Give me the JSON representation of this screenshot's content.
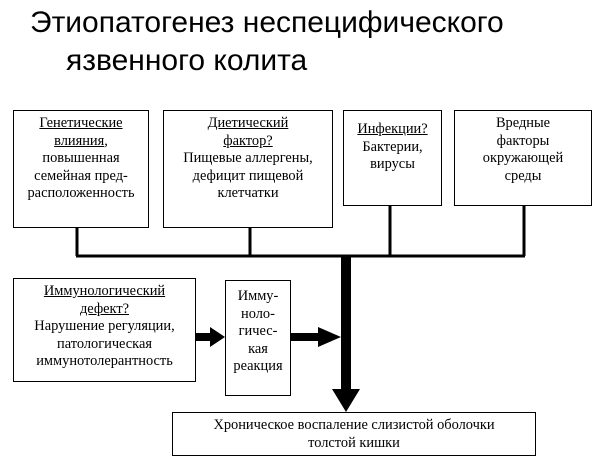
{
  "title": {
    "line1": "Этиопатогенез неспецифического",
    "line2": "язвенного колита"
  },
  "boxes": {
    "genetic": {
      "heading": [
        "Генетические",
        "влияния"
      ],
      "heading_tail": ",",
      "lines": [
        "повышенная",
        "семейная пред-",
        "расположенность"
      ]
    },
    "diet": {
      "heading": [
        "Диетический",
        "фактор?"
      ],
      "lines": [
        "Пищевые аллергены,",
        "дефицит пищевой",
        "клетчатки"
      ]
    },
    "infection": {
      "heading": [
        "Инфекции?"
      ],
      "lines": [
        "Бактерии,",
        "вирусы"
      ]
    },
    "environment": {
      "heading": [],
      "lines": [
        "Вредные",
        "факторы",
        "окружающей",
        "среды"
      ]
    },
    "immuno_defect": {
      "heading": [
        "Иммунологический",
        "дефект?"
      ],
      "lines": [
        "Нарушение регуляции,",
        "патологическая",
        "иммунотолерантность"
      ]
    },
    "immune_reaction": {
      "lines": [
        "Имму-",
        "ноло-",
        "гичес-",
        "кая",
        "реакция"
      ]
    },
    "chronic": {
      "lines": [
        "Хроническое воспаление слизистой оболочки",
        "толстой кишки"
      ]
    }
  },
  "colors": {
    "line": "#000000",
    "background": "#ffffff"
  }
}
